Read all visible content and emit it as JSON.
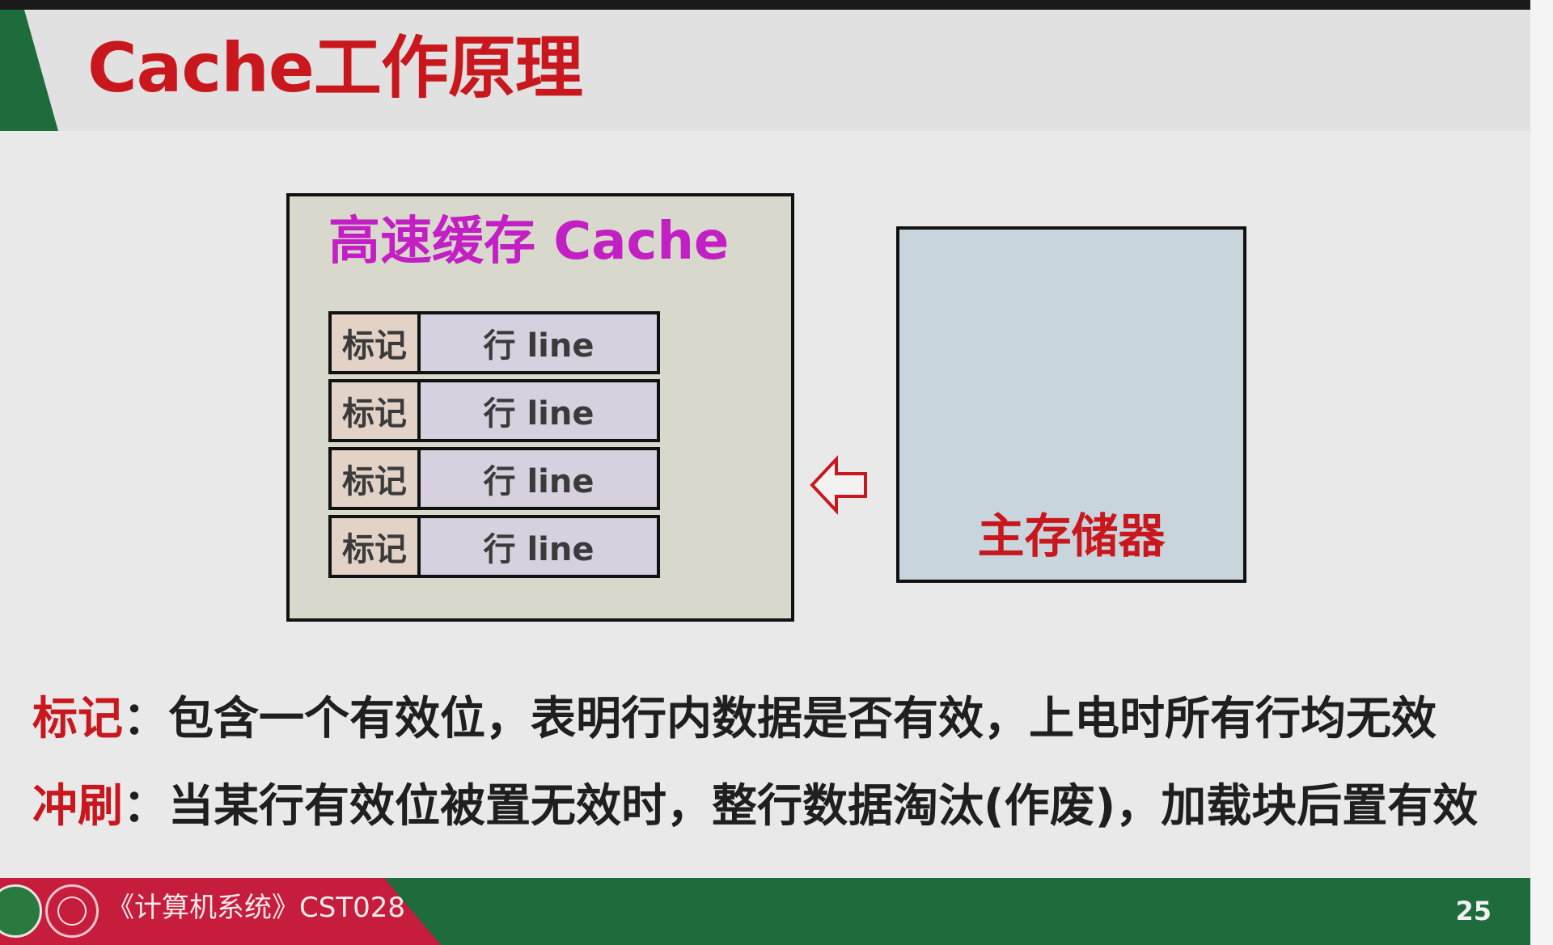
{
  "slide": {
    "title": "Cache工作原理",
    "page_number": "25"
  },
  "cache": {
    "title": "高速缓存 Cache",
    "rows": [
      {
        "tag": "标记",
        "line": "行 line"
      },
      {
        "tag": "标记",
        "line": "行 line"
      },
      {
        "tag": "标记",
        "line": "行 line"
      },
      {
        "tag": "标记",
        "line": "行 line"
      }
    ]
  },
  "main_memory": {
    "label": "主存储器"
  },
  "descriptions": [
    {
      "term": "标记",
      "text": "：包含一个有效位，表明行内数据是否有效，上电时所有行均无效"
    },
    {
      "term": "冲刷",
      "text": "：当某行有效位被置无效时，整行数据淘汰(作废)，加载块后置有效"
    }
  ],
  "footer": {
    "course": "《计算机系统》CST028"
  },
  "colors": {
    "title_red": "#c8181e",
    "cache_magenta": "#c21fc4",
    "footer_green": "#1e6b3c",
    "footer_red": "#c51d3b"
  }
}
